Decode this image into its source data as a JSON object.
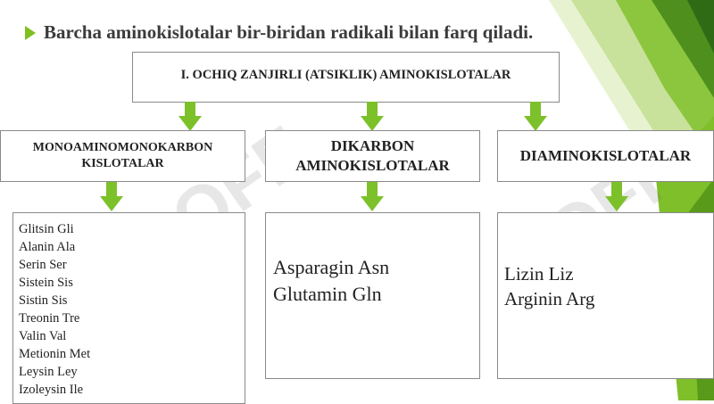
{
  "title": "Barcha aminokislotalar bir-biridan radikali bilan farq qiladi.",
  "top_box": "I. OCHIQ ZANJIRLI (ATSIKLIK) AMINOKISLOTALAR",
  "categories": [
    {
      "label_line1": "MONOAMINOMONOKARBON",
      "label_line2": "KISLOTALAR"
    },
    {
      "label_line1": "DIKARBON",
      "label_line2": "AMINOKISLOTALAR"
    },
    {
      "label": "DIAMINOKISLOTALAR"
    }
  ],
  "lists": {
    "mono": [
      "Glitsin Gli",
      "Alanin Ala",
      "Serin Ser",
      "Sistein Sis",
      "Sistin Sis",
      "Treonin Tre",
      "Valin Val",
      "Metionin Met",
      "Leysin Ley",
      "Izoleysin Ile"
    ],
    "dikarbon": [
      "Asparagin Asn",
      "Glutamin Gln"
    ],
    "diamino": [
      "Lizin Liz",
      "Arginin Arg"
    ]
  },
  "colors": {
    "arrow": "#7cc12a",
    "bullet": "#7fbf1f",
    "accent_dark": "#5a9a1a"
  },
  "watermark_text": "SOFF"
}
